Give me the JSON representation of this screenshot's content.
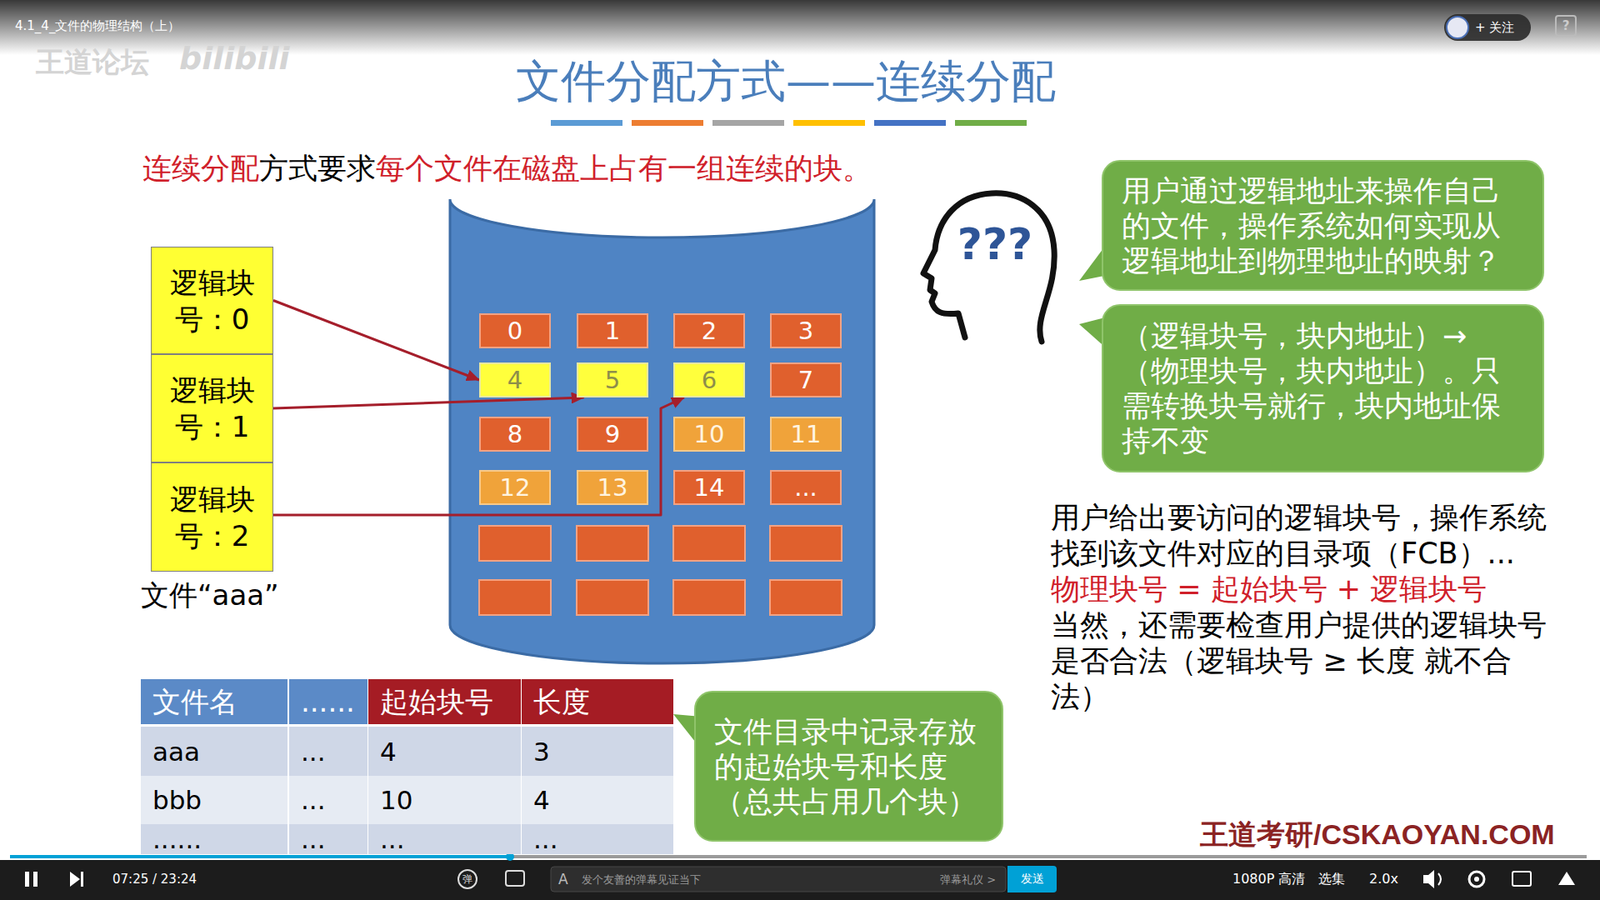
{
  "diagram": {
    "title": "文件分配方式——连续分配",
    "nodes": [
      {
        "text": [
          "逻辑块号：0"
        ]
      },
      {
        "text": [
          "逻辑块号：1"
        ]
      },
      {
        "text": [
          "逻辑块号：2"
        ]
      },
      {
        "text": [
          "0"
        ]
      },
      {
        "text": [
          "1"
        ]
      },
      {
        "text": [
          "2"
        ]
      },
      {
        "text": [
          "3"
        ]
      },
      {
        "text": [
          "4"
        ]
      },
      {
        "text": [
          "5"
        ]
      },
      {
        "text": [
          "6"
        ]
      },
      {
        "text": [
          "7"
        ]
      },
      {
        "text": [
          "8"
        ]
      },
      {
        "text": [
          "9"
        ]
      },
      {
        "text": [
          "10"
        ]
      },
      {
        "text": [
          "11"
        ]
      },
      {
        "text": [
          "12"
        ]
      },
      {
        "text": [
          "13"
        ]
      },
      {
        "text": [
          "14"
        ]
      },
      {
        "text": [
          "..."
        ]
      },
      {
        "text": [
          "用户通过逻辑地址来操作自己的文件，操作系统如何实现从逻辑地址到物理地址的映射？"
        ]
      },
      {
        "text": [
          "（逻辑块号，块内地址）→（物理块号，块内地址）。只需转换块号就行，块内地址保持不变"
        ]
      },
      {
        "text": [
          "文件目录中记录存放的起始块号和长度（总共占用几个块）"
        ]
      }
    ],
    "edges": [
      {
        "from": 0,
        "to": 7,
        "arrow": "to"
      },
      {
        "from": 1,
        "to": 8,
        "arrow": "to"
      },
      {
        "from": 2,
        "to": 9,
        "arrow": "to"
      }
    ],
    "labels": [
      "4.1_4_文件的物理结构（上）",
      "王道论坛",
      "bilibili",
      "+ 关注",
      "?",
      "连续分配",
      "方式要求",
      "每个文件在磁盘上占有一组连续的块。",
      "文件“aaa”",
      "???",
      "用户给出要访问的逻辑块号，操作系统找到该文件对应的目录项（FCB）...",
      "物理块号 = 起始块号 + 逻辑块号",
      "当然，还需要检查用户提供的逻辑块号是否合法（逻辑块号 ≥ 长度 就不合法）",
      "文件名",
      "......",
      "起始块号",
      "长度",
      "aaa",
      "...",
      "4",
      "3",
      "bbb",
      "...",
      "10",
      "4",
      "......",
      "...",
      "...",
      "...",
      "弹",
      "07:25 / 23:24",
      "A",
      "发个友善的弹幕见证当下",
      "弹幕礼仪 >",
      "发送",
      "1080P 高清",
      "选集",
      "2.0x",
      "王道考研/CSKAOYAN.COM"
    ]
  }
}
